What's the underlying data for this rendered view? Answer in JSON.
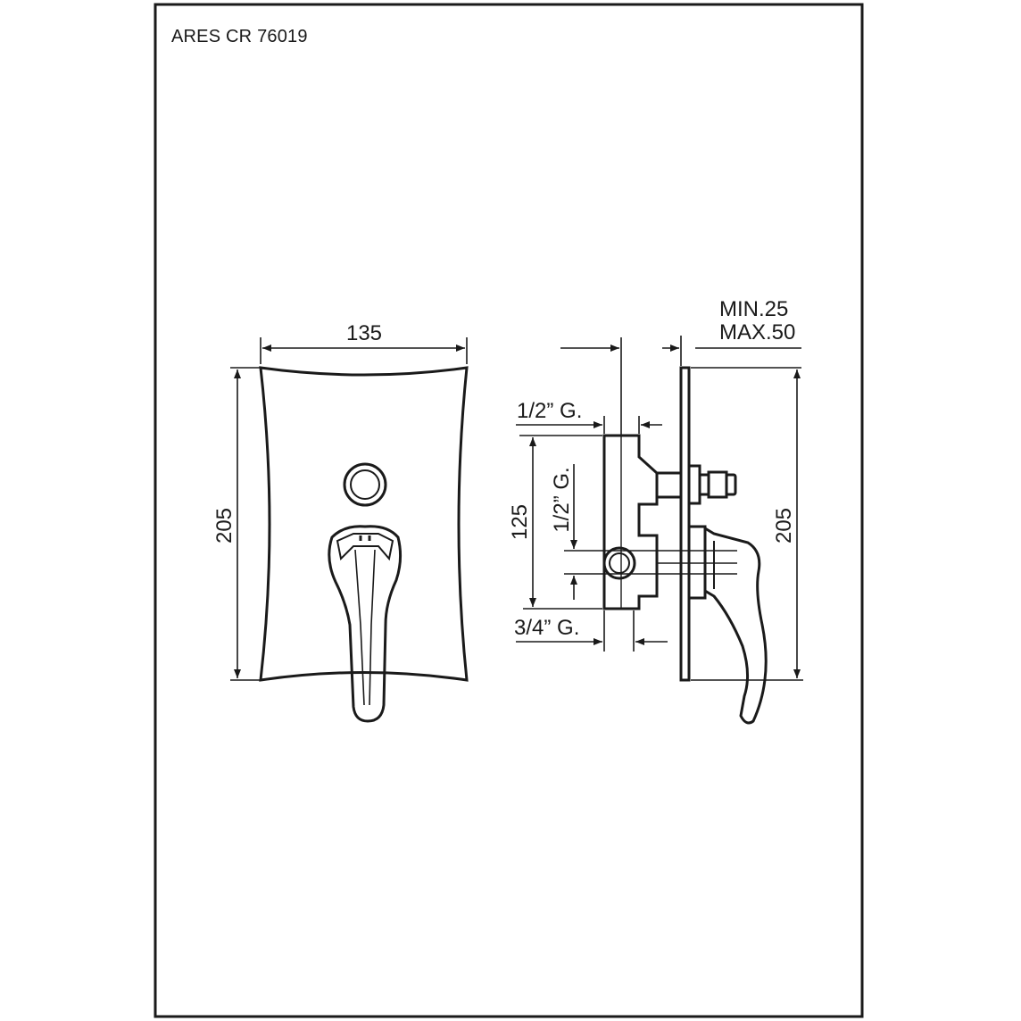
{
  "sheet": {
    "model_code": "ARES CR 76019"
  },
  "front_view": {
    "width_label": "135",
    "height_label": "205"
  },
  "side_view": {
    "depth_min_label": "MIN.25",
    "depth_max_label": "MAX.50",
    "outlet_top_label": "1/2” G.",
    "outlet_side_label": "1/2” G.",
    "inlet_label": "3/4” G.",
    "body_height_label": "125",
    "plate_height_label": "205"
  },
  "colors": {
    "line": "#1a1a1a",
    "background": "#ffffff"
  }
}
